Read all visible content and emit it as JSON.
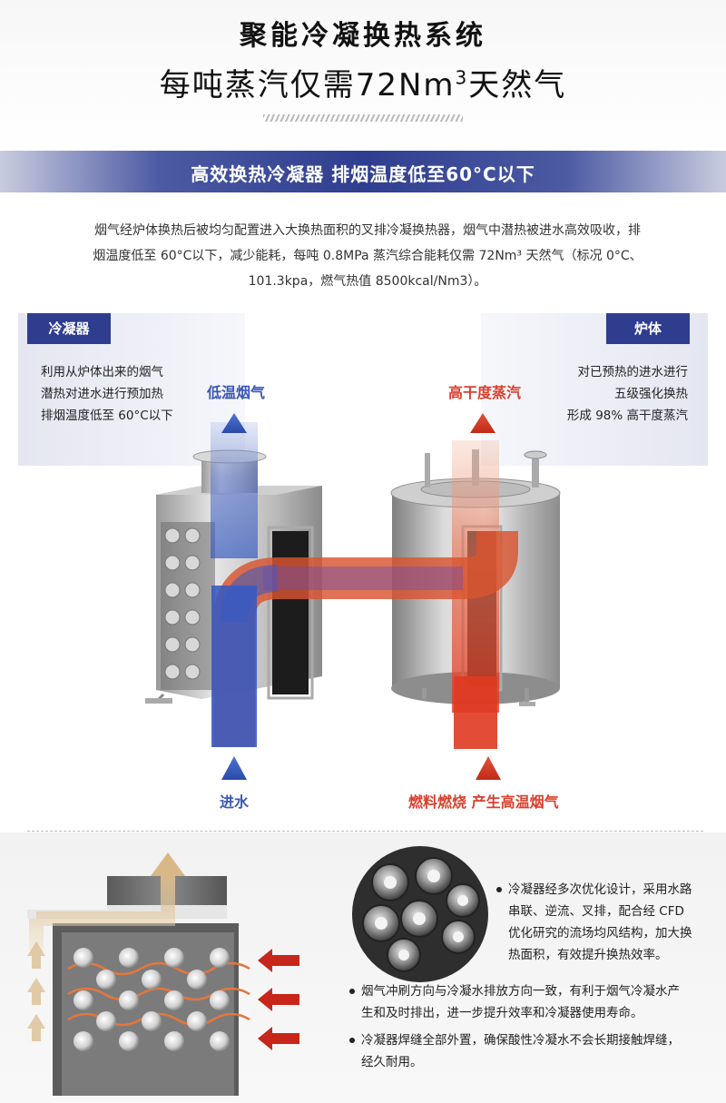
{
  "header": {
    "brand_title": "聚能冷凝换热系统",
    "headline_main": "每吨蒸汽仅需72Nm",
    "headline_sup": "3",
    "headline_tail": "天然气"
  },
  "banner": {
    "text": "高效换热冷凝器 排烟温度低至60°C以下"
  },
  "intro": {
    "lines": [
      "烟气经炉体换热后被均匀配置进入大换热面积的叉排冷凝换热器，烟气中潜热被进水高效吸收，排",
      "烟温度低至 60°C以下，减少能耗，每吨 0.8MPa 蒸汽综合能耗仅需 72Nm³ 天然气（标况 0°C、",
      "101.3kpa，燃气热值 8500kcal/Nm3）。"
    ]
  },
  "diagram": {
    "left": {
      "tag": "冷凝器",
      "lines": [
        "利用从炉体出来的烟气",
        "潜热对进水进行预加热",
        "排烟温度低至 60°C以下"
      ]
    },
    "right": {
      "tag": "炉体",
      "lines": [
        "对已预热的进水进行",
        "五级强化换热",
        "形成 98% 高干度蒸汽"
      ]
    },
    "flow_labels": {
      "low_temp_smoke": "低温烟气",
      "steam": "高干度蒸汽",
      "water_inlet": "进水",
      "burning": "燃料燃烧 产生高温烟气"
    },
    "colors": {
      "blue_flow": "#3c5fc0",
      "red_flow": "#e0452f",
      "tag_bg": "#2e3d8e"
    }
  },
  "bottom": {
    "bullets": [
      {
        "lines": [
          "冷凝器经多次优化设计，采用水路",
          "串联、逆流、叉排，配合经 CFD",
          "优化研究的流场均风结构，加大换",
          "热面积，有效提升换热效率。"
        ]
      },
      {
        "lines": [
          "烟气冲刷方向与冷凝水排放方向一致，有利于烟气冷凝水产",
          "生和及时排出，进一步提升效率和冷凝器使用寿命。"
        ]
      },
      {
        "lines": [
          "冷凝器焊缝全部外置，确保酸性冷凝水不会长期接触焊缝，",
          "经久耐用。"
        ]
      }
    ]
  }
}
